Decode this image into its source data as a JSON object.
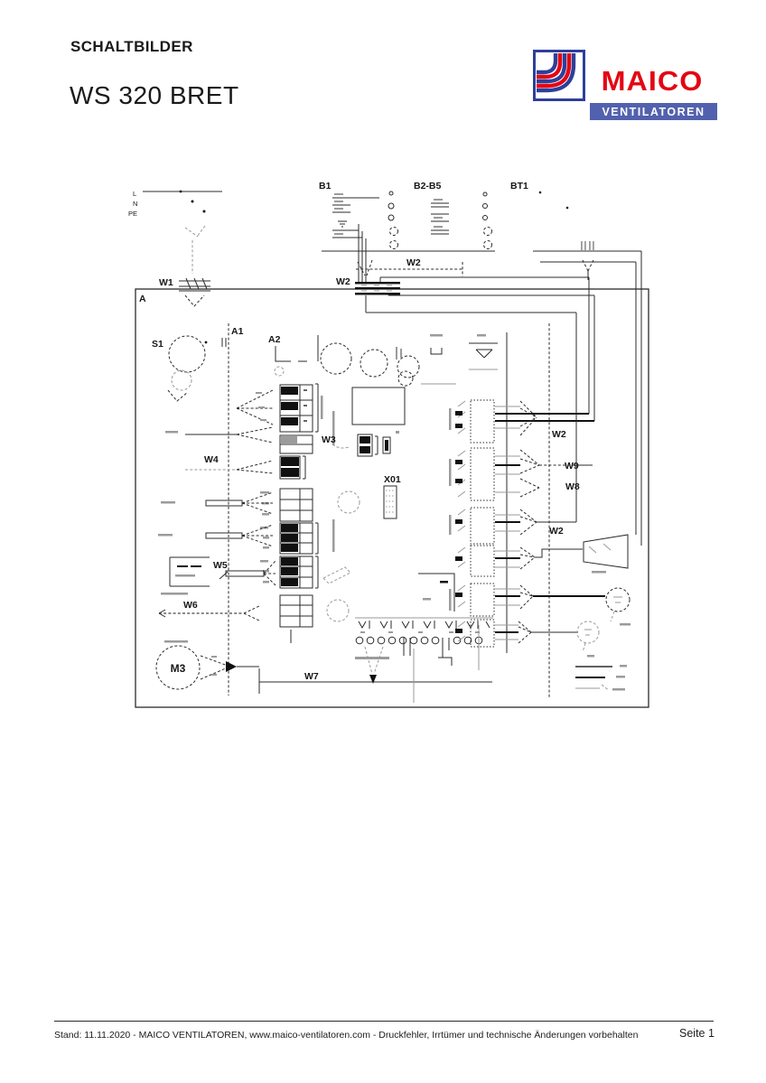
{
  "header": {
    "section_title": "SCHALTBILDER",
    "product_title": "WS 320 BRET"
  },
  "logo": {
    "brand": "MAICO",
    "tagline": "VENTILATOREN",
    "brand_color": "#e30613",
    "tagline_bg_color": "#5161ad",
    "mark_blue": "#2e3f9a",
    "mark_red": "#e30613"
  },
  "diagram": {
    "labels": {
      "mains_l": "L",
      "mains_n": "N",
      "mains_pe": "PE",
      "cable_w1": "W1",
      "device_a": "A",
      "switch_s1": "S1",
      "board_a1": "A1",
      "module_a2": "A2",
      "sensor_b1": "B1",
      "sensors_b2_b5": "B2-B5",
      "sensor_bt1": "BT1",
      "cable_w2": "W2",
      "cable_w3": "W3",
      "cable_w4": "W4",
      "cable_w5": "W5",
      "cable_w6": "W6",
      "cable_w7": "W7",
      "cable_w8": "W8",
      "cable_w9": "W9",
      "connector_x01": "X01",
      "motor_m3": "M3"
    }
  },
  "footer": {
    "text": "Stand: 11.11.2020 - MAICO VENTILATOREN, www.maico-ventilatoren.com - Druckfehler, Irrtümer und technische Änderungen vorbehalten",
    "page_number": "Seite 1"
  }
}
